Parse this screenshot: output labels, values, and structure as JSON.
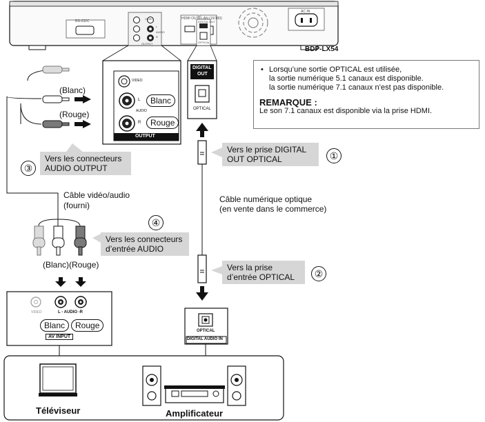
{
  "player": {
    "model": "BDP-LX54",
    "rs232c": "RS-232C",
    "hdmi_out": "HDMI OUT",
    "lan": "LAN (10/100)",
    "ac_in": "AC IN",
    "output_label": "OUTPUT",
    "digital_out": "DIGITAL OUT",
    "optical": "OPTICAL",
    "video": "VIDEO",
    "audio": "AUDIO",
    "l": "L",
    "r": "R"
  },
  "zoom": {
    "blanc": "Blanc",
    "rouge": "Rouge",
    "output": "OUTPUT",
    "video": "VIDEO",
    "audio": "AUDIO",
    "l": "L",
    "r": "R",
    "digital_out_line1": "DIGITAL",
    "digital_out_line2": "OUT",
    "optical": "OPTICAL"
  },
  "note": {
    "bullet_line1": "Lorsqu’une sortie OPTICAL est utilisée,",
    "bullet_line2": "la sortie numérique 5.1 canaux est disponible.",
    "bullet_line3": "la sortie numérique 7.1 canaux n’est pas disponible.",
    "remark_title": "REMARQUE :",
    "remark_text": "Le son 7.1 canaux est disponible via la prise HDMI."
  },
  "labels": {
    "blanc_paren": "(Blanc)",
    "rouge_paren": "(Rouge)",
    "callout3_line1": "Vers les connecteurs",
    "callout3_line2": "AUDIO OUTPUT",
    "num3": "③",
    "callout1_line1": "Vers le prise DIGITAL",
    "callout1_line2": "OUT OPTICAL",
    "num1": "①",
    "cable_av_line1": "Câble vidéo/audio",
    "cable_av_line2": "(fourni)",
    "cable_opt_line1": "Câble numérique optique",
    "cable_opt_line2": "(en vente dans le commerce)",
    "num4": "④",
    "callout4_line1": "Vers les connecteurs",
    "callout4_line2": "d’entrée AUDIO",
    "blanc_rouge_paren": "(Blanc)(Rouge)",
    "callout2_line1": "Vers la prise",
    "callout2_line2": "d’entrée OPTICAL",
    "num2": "②"
  },
  "tv_panel": {
    "video": "VIDEO",
    "audio": "L - AUDIO -R",
    "blanc": "Blanc",
    "rouge": "Rouge",
    "av_input": "AV INPUT"
  },
  "amp_panel": {
    "optical": "OPTICAL",
    "digital_audio_in": "DIGITAL AUDIO IN"
  },
  "devices": {
    "tv": "Téléviseur",
    "amp": "Amplificateur"
  },
  "colors": {
    "callout_bg": "#d6d6d6",
    "plug_white": "#ffffff",
    "plug_red": "#7a7a7a",
    "plug_video": "#dcdcdc"
  }
}
